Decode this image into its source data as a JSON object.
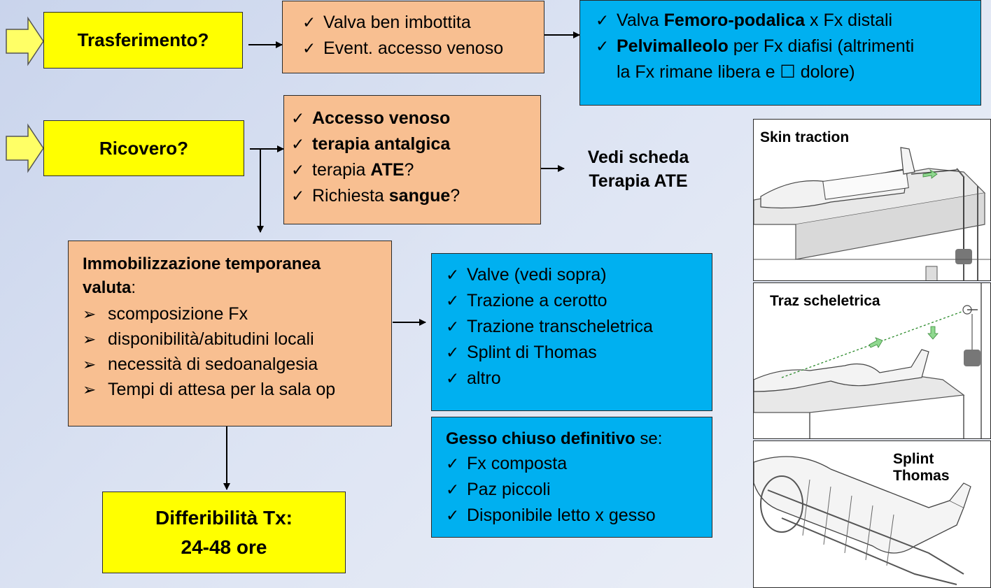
{
  "start_boxes": {
    "transfer": "Trasferimento?",
    "admission": "Ricovero?"
  },
  "transfer_actions": [
    "Valva ben imbottita",
    "Event. accesso venoso"
  ],
  "transfer_detail": {
    "line1_pre": "Valva ",
    "line1_bold": "Femoro-podalica",
    "line1_post": " x Fx distali",
    "line2_bold": "Pelvimalleolo",
    "line2_post": " per Fx diafisi (altrimenti",
    "line3": "la Fx rimane libera e ☐ dolore)"
  },
  "admission_actions": {
    "item1": "Accesso venoso",
    "item2": "terapia antalgica",
    "item3_pre": "terapia ",
    "item3_bold": "ATE",
    "item3_post": "?",
    "item4_pre": "Richiesta ",
    "item4_bold": "sangue",
    "item4_post": "?"
  },
  "see_sheet": [
    "Vedi scheda",
    "Terapia ATE"
  ],
  "immobilization": {
    "title_line1": "Immobilizzazione temporanea",
    "title_line2_bold": "valuta",
    "title_line2_colon": ":",
    "items": [
      "scomposizione Fx",
      "disponibilità/abitudini locali",
      "necessità di sedoanalgesia",
      "Tempi di attesa per la sala op"
    ]
  },
  "immobilization_options": [
    "Valve (vedi sopra)",
    "Trazione a cerotto",
    "Trazione transcheletrica",
    "Splint di Thomas",
    "altro"
  ],
  "definitive_cast": {
    "title_bold": "Gesso chiuso definitivo",
    "title_post": " se:",
    "items": [
      "Fx composta",
      "Paz piccoli",
      "Disponibile letto x gesso"
    ]
  },
  "deferability": [
    "Differibilità Tx:",
    "24-48 ore"
  ],
  "images": {
    "skin_traction": "Skin traction",
    "skeletal_traction": "Traz scheletrica",
    "thomas_splint": "Splint Thomas"
  },
  "colors": {
    "yellow": "#ffff00",
    "orange": "#f8bf91",
    "blue": "#00b0f0",
    "arrow_fill": "#ffff66"
  },
  "icons": {
    "check": "✓",
    "bullet": "➢"
  }
}
